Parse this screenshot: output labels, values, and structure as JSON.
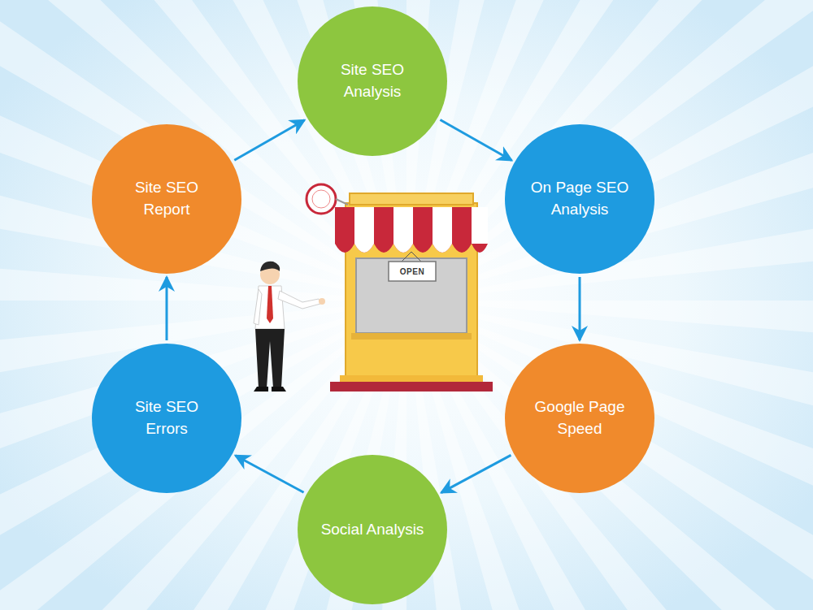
{
  "diagram": {
    "nodes": [
      {
        "text": [
          "Site SEO Analysis"
        ]
      },
      {
        "text": [
          "On Page SEO Analysis"
        ]
      },
      {
        "text": [
          "Google Page Speed"
        ]
      },
      {
        "text": [
          "Social Analysis"
        ]
      },
      {
        "text": [
          "Site SEO Errors"
        ]
      },
      {
        "text": [
          "Site SEO Report"
        ]
      }
    ],
    "edges": [
      {
        "from": 0,
        "to": 1,
        "arrow": "to"
      },
      {
        "from": 1,
        "to": 2,
        "arrow": "to"
      },
      {
        "from": 2,
        "to": 3,
        "arrow": "to"
      },
      {
        "from": 3,
        "to": 4,
        "arrow": "to"
      },
      {
        "from": 4,
        "to": 5,
        "arrow": "to"
      },
      {
        "from": 5,
        "to": 0,
        "arrow": "to"
      }
    ],
    "labels": [
      "OPEN"
    ]
  }
}
